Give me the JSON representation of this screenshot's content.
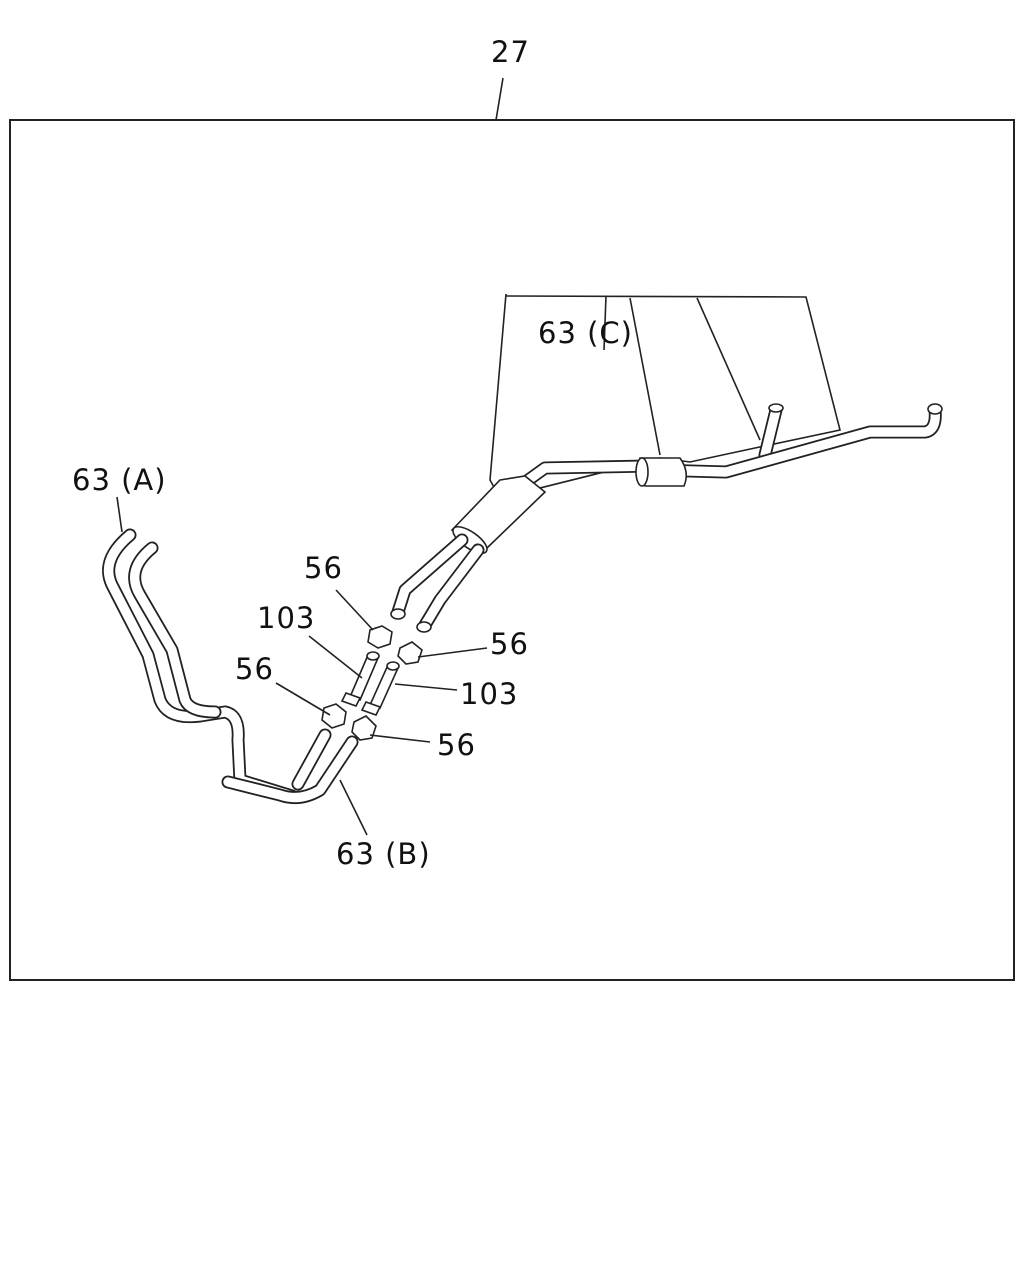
{
  "diagram": {
    "labels": {
      "assembly": "27",
      "pipe_a": "63 (A)",
      "pipe_b": "63 (B)",
      "pipe_c": "63 (C)",
      "nut_1": "56",
      "nut_2": "56",
      "nut_3": "56",
      "nut_4": "56",
      "bolt_1": "103",
      "bolt_2": "103"
    }
  }
}
